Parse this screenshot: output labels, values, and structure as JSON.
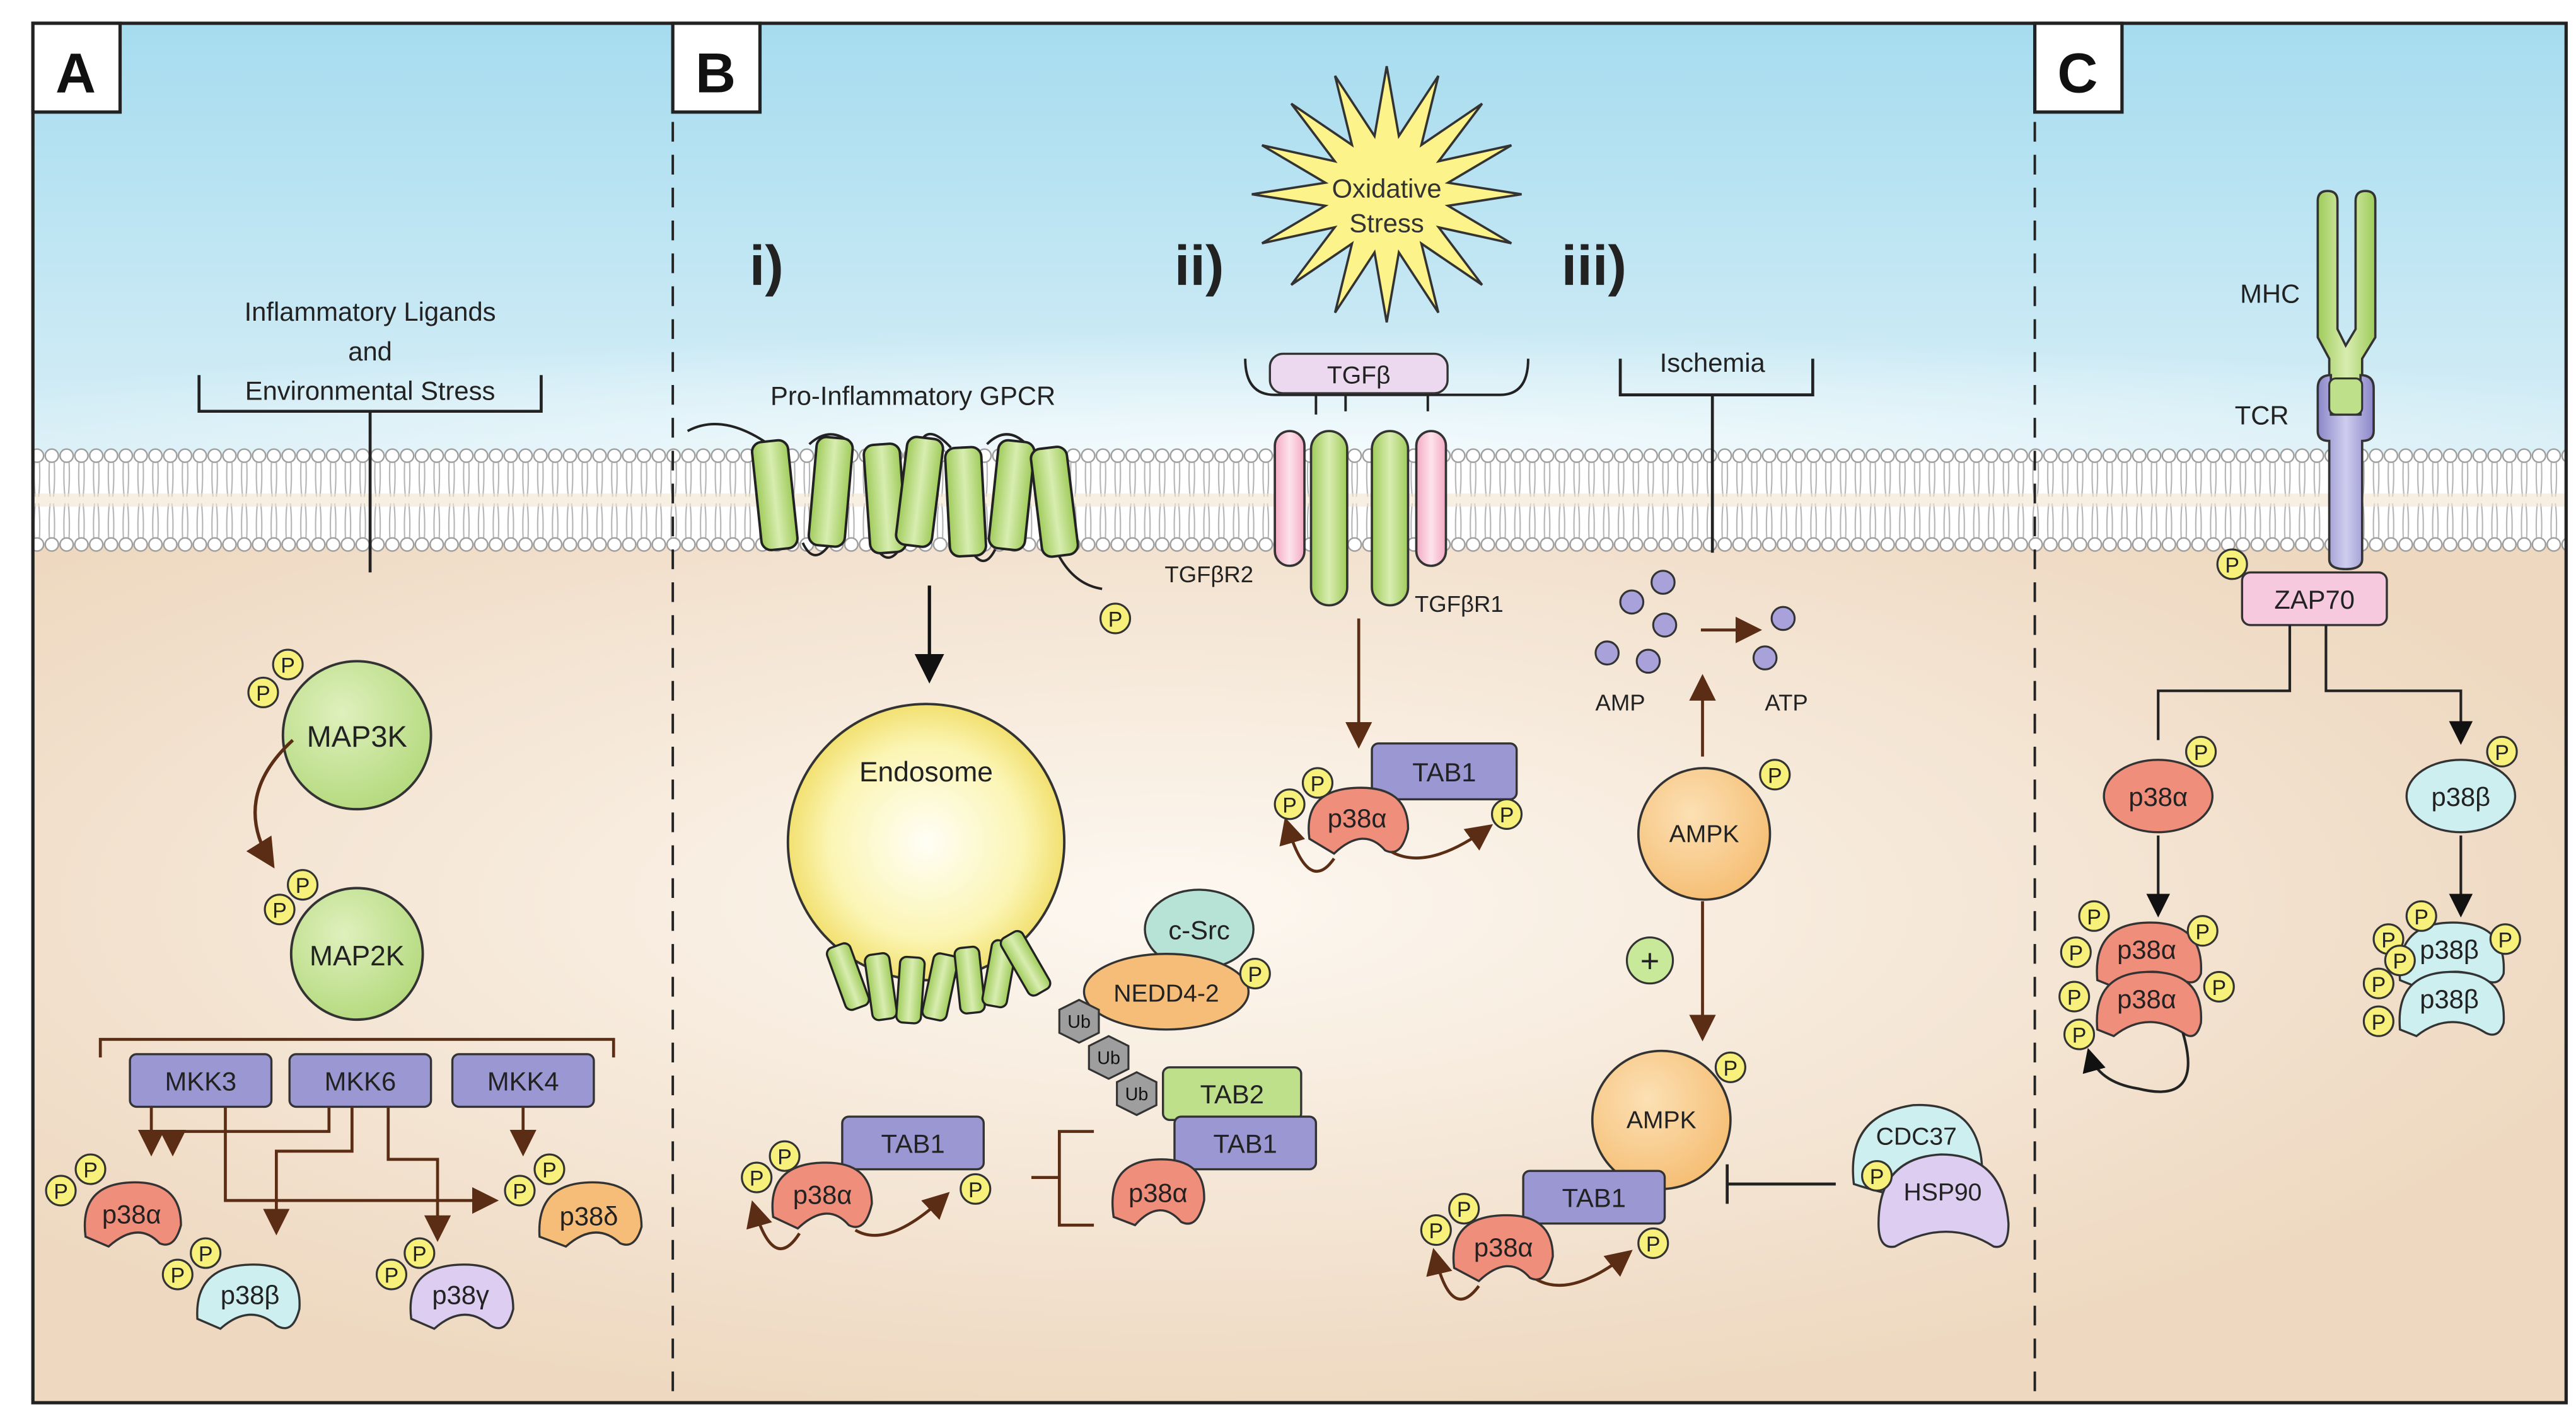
{
  "panels": {
    "a": {
      "label": "A"
    },
    "b": {
      "label": "B",
      "sub_i": "i)",
      "sub_ii": "ii)",
      "sub_iii": "iii)"
    },
    "c": {
      "label": "C"
    }
  },
  "phospho": "P",
  "panel_a": {
    "stimulus_line1": "Inflammatory Ligands",
    "stimulus_line2": "and",
    "stimulus_line3": "Environmental Stress",
    "map3k": "MAP3K",
    "map2k": "MAP2K",
    "mkk3": "MKK3",
    "mkk6": "MKK6",
    "mkk4": "MKK4",
    "p38a": "p38α",
    "p38b": "p38β",
    "p38g": "p38γ",
    "p38d": "p38δ"
  },
  "panel_b_i": {
    "gpcr": "Pro-Inflammatory GPCR",
    "endosome": "Endosome",
    "csrc": "c-Src",
    "nedd4": "NEDD4-2",
    "ub": "Ub",
    "tab2": "TAB2",
    "tab1": "TAB1",
    "p38a": "p38α"
  },
  "panel_b_ii": {
    "stress_line1": "Oxidative",
    "stress_line2": "Stress",
    "tgfb": "TGFβ",
    "tgfbr2": "TGFβR2",
    "tgfbr1": "TGFβR1",
    "tab1": "TAB1",
    "p38a": "p38α"
  },
  "panel_b_iii": {
    "ischemia": "Ischemia",
    "amp": "AMP",
    "atp": "ATP",
    "ampk": "AMPK",
    "plus": "+",
    "tab1": "TAB1",
    "p38a": "p38α",
    "cdc37": "CDC37",
    "hsp90": "HSP90"
  },
  "panel_c": {
    "mhc": "MHC",
    "tcr": "TCR",
    "zap70": "ZAP70",
    "p38a": "p38α",
    "p38b": "p38β"
  },
  "colors": {
    "sky_top": "#a6dcef",
    "cytoplasm": "#f1dcc6",
    "green_node": "#bfe08a",
    "purple_box": "#9b97d3",
    "red_p38a": "#f08e7c",
    "cyan_p38b": "#cdeff0",
    "lilac_p38g": "#ddcdf0",
    "orange_p38d": "#f6bd78",
    "phospho_yellow": "#f7f07a",
    "arrow_brown": "#5a2d14"
  }
}
